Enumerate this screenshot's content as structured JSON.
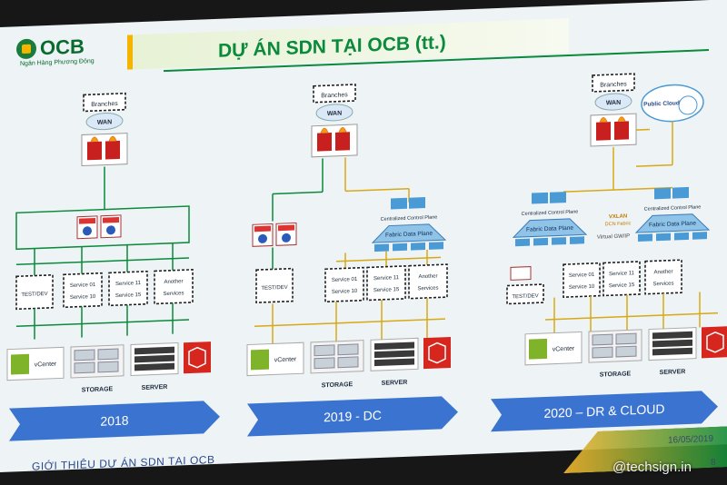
{
  "logo": {
    "brand": "OCB",
    "tagline": "Ngân Hàng Phương Đông"
  },
  "title": "DỰ ÁN SDN TẠI OCB (tt.)",
  "footer": {
    "text": "GIỚI THIỆU DỰ ÁN SDN TẠI OCB",
    "date": "16/05/2019",
    "page": "8"
  },
  "watermark": "@techsign.in",
  "labels": {
    "branches": "Branches",
    "wan": "WAN",
    "public_cloud": "Public Cloud",
    "test_dev": "TEST/DEV",
    "service_01": "Service 01",
    "service_10": "Service 10",
    "service_11": "Service 11",
    "service_15": "Service 15",
    "another_1": "Another",
    "another_2": "Services",
    "vcenter": "vCenter",
    "storage": "STORAGE",
    "server": "SERVER",
    "control_plane": "Centralized Control Plane",
    "fabric": "Fabric Data Plane",
    "vxlan": "VXLAN",
    "dcn_fabric": "DCN Fabric",
    "virtual_gw": "Virtual GW/IP"
  },
  "phases": [
    "2018",
    "2019 - DC",
    "2020 – DR & CLOUD"
  ],
  "colors": {
    "green": "#0a8a3a",
    "gold": "#d7a916",
    "arrow": "#3b73d1",
    "firewall": "#c8201e"
  }
}
